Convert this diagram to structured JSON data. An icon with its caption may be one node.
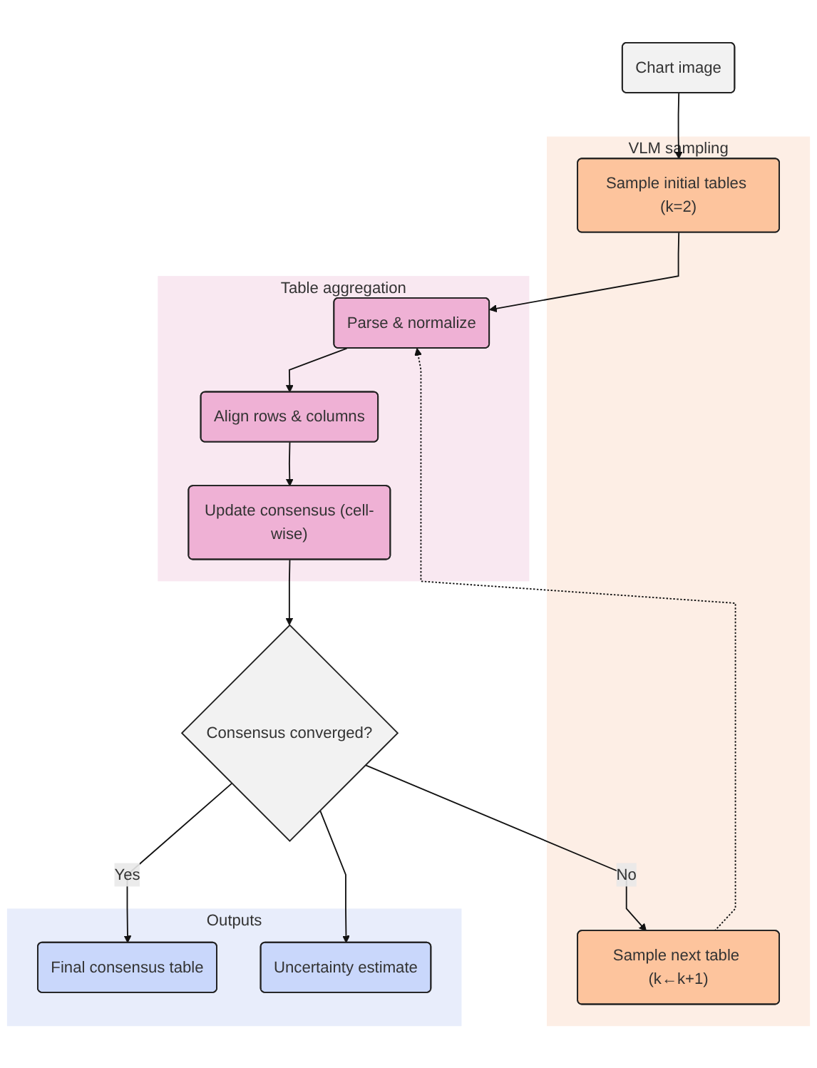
{
  "diagram": {
    "nodes": [
      {
        "text": [
          "Chart image"
        ]
      },
      {
        "text": [
          "VLM sampling"
        ]
      },
      {
        "text": [
          "Sample initial tables (k=2)"
        ],
        "in": 1
      },
      {
        "text": [
          "Sample next table (k←k+1)"
        ],
        "in": 1
      },
      {
        "text": [
          "Table aggregation"
        ]
      },
      {
        "text": [
          "Parse & normalize"
        ],
        "in": 4
      },
      {
        "text": [
          "Align rows & columns"
        ],
        "in": 4
      },
      {
        "text": [
          "Update consensus (cell-wise)"
        ],
        "in": 4
      },
      {
        "text": [
          "Consensus converged?"
        ]
      },
      {
        "text": [
          "Outputs"
        ]
      },
      {
        "text": [
          "Final consensus table"
        ],
        "in": 9
      },
      {
        "text": [
          "Uncertainty estimate"
        ],
        "in": 9
      }
    ],
    "edges": [
      {
        "from": 0,
        "to": 2,
        "arrow": "to"
      },
      {
        "from": 2,
        "to": 5,
        "arrow": "to"
      },
      {
        "from": 3,
        "to": 5,
        "arrow": "to",
        "style": "dashed"
      },
      {
        "from": 5,
        "to": 6,
        "arrow": "to"
      },
      {
        "from": 6,
        "to": 7,
        "arrow": "to"
      },
      {
        "from": 7,
        "to": 8,
        "arrow": "to"
      },
      {
        "from": 8,
        "to": 3,
        "arrow": "to",
        "label": "No"
      },
      {
        "from": 8,
        "to": 10,
        "arrow": "to",
        "label": "Yes"
      },
      {
        "from": 8,
        "to": 11,
        "arrow": "to"
      }
    ]
  }
}
